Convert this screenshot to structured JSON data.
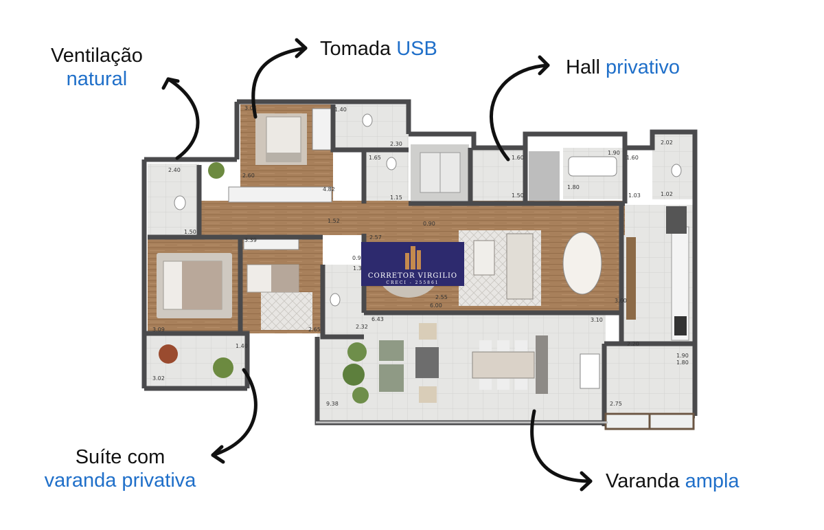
{
  "callouts": {
    "ventilacao": {
      "line1": "Ventilação",
      "line2": "natural"
    },
    "tomada": {
      "text": "Tomada",
      "accent": "USB"
    },
    "hall": {
      "text": "Hall",
      "accent": "privativo"
    },
    "suite": {
      "line1": "Suíte com",
      "line2": "varanda privativa"
    },
    "varanda": {
      "text": "Varanda",
      "accent": "ampla"
    }
  },
  "watermark": {
    "name": "CORRETOR VIRGILIO",
    "creci": "CRECI - 255861",
    "icon": "building-logo-icon"
  },
  "dimensions": [
    "3.04",
    "1.40",
    "2.30",
    "1.65",
    "1.15",
    "2.40",
    "2.60",
    "4.82",
    "1.50",
    "1.52",
    "0.90",
    "1.60",
    "1.50",
    "1.90",
    "1.60",
    "1.80",
    "1.03",
    "2.02",
    "1.02",
    "1.90",
    "3.39",
    "2.57",
    "0.90",
    "1.38",
    "2.55",
    "6.00",
    "3.60",
    "3.10",
    "3.09",
    "2.65",
    "2.32",
    "6.43",
    "2.20",
    "1.40",
    "3.02",
    "9.38",
    "1.80",
    "2.75"
  ],
  "colors": {
    "accent": "#1f6fc9",
    "wall": "#4a4a4c",
    "wood": "#a47a55",
    "tile": "#e4e4e2"
  }
}
